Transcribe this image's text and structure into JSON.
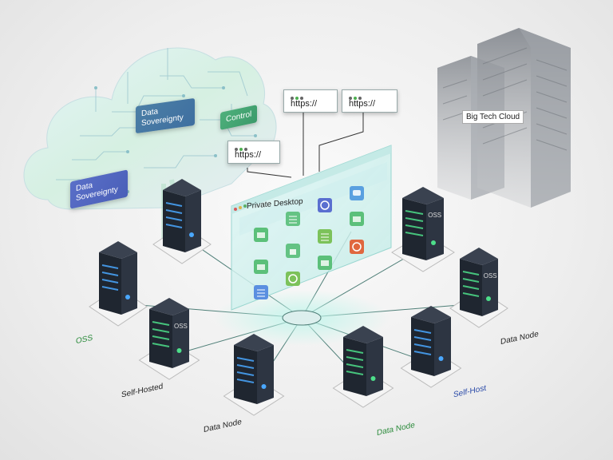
{
  "cloud_tags": {
    "data_sovereignty_1": "Data Sovereignty",
    "control": "Control",
    "data_sovereignty_2": "Data Sovereignty"
  },
  "urls": [
    "https://",
    "https://",
    "https://"
  ],
  "big_tech_label": "Big Tech Cloud",
  "private_desktop_title": "Private Desktop",
  "node_labels": {
    "oss_left": "OSS",
    "self_hosted": "Self-Hosted",
    "data_node_bottom_left": "Data Node",
    "data_node_bottom_center": "Data Node",
    "self_host_right": "Self-Host",
    "data_node_right": "Data Node"
  },
  "server_badges": {
    "oss_1": "OSS",
    "oss_2": "OSS",
    "oss_3": "OSS"
  },
  "colors": {
    "server_body": "#1f2630",
    "led_green": "#4ddf8a",
    "led_blue": "#4aa8ff",
    "glass_panel": "#cfefee",
    "network_line": "#4f7f78"
  }
}
